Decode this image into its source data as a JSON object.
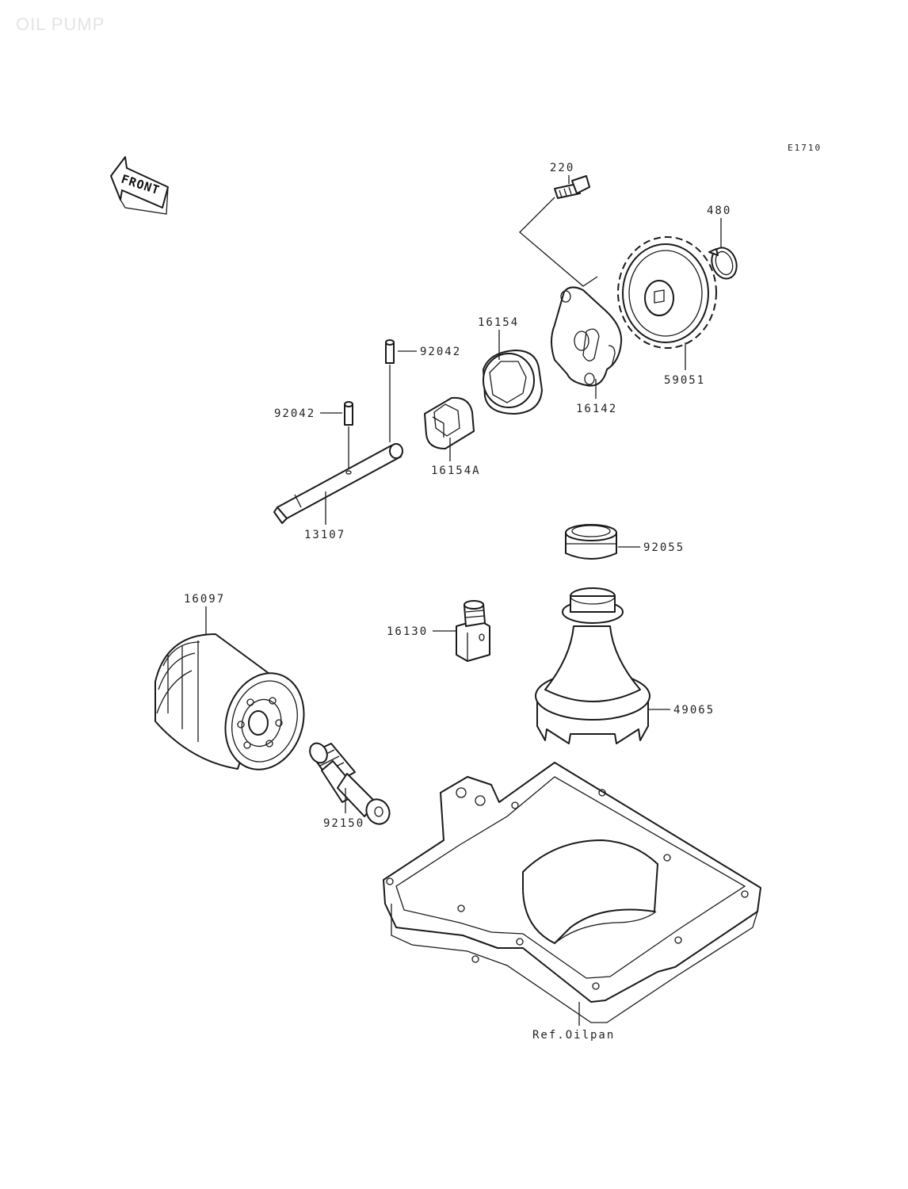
{
  "title": "OIL PUMP",
  "diagram_code": "E1710",
  "front_label": "FRONT",
  "parts": {
    "p220": "220",
    "p480": "480",
    "p16154": "16154",
    "p92042_top": "92042",
    "p16142": "16142",
    "p59051": "59051",
    "p92042_left": "92042",
    "p16154A": "16154A",
    "p13107": "13107",
    "p92055": "92055",
    "p16097": "16097",
    "p16130": "16130",
    "p49065": "49065",
    "p92150": "92150",
    "ref_oilpan": "Ref.Oilpan"
  }
}
